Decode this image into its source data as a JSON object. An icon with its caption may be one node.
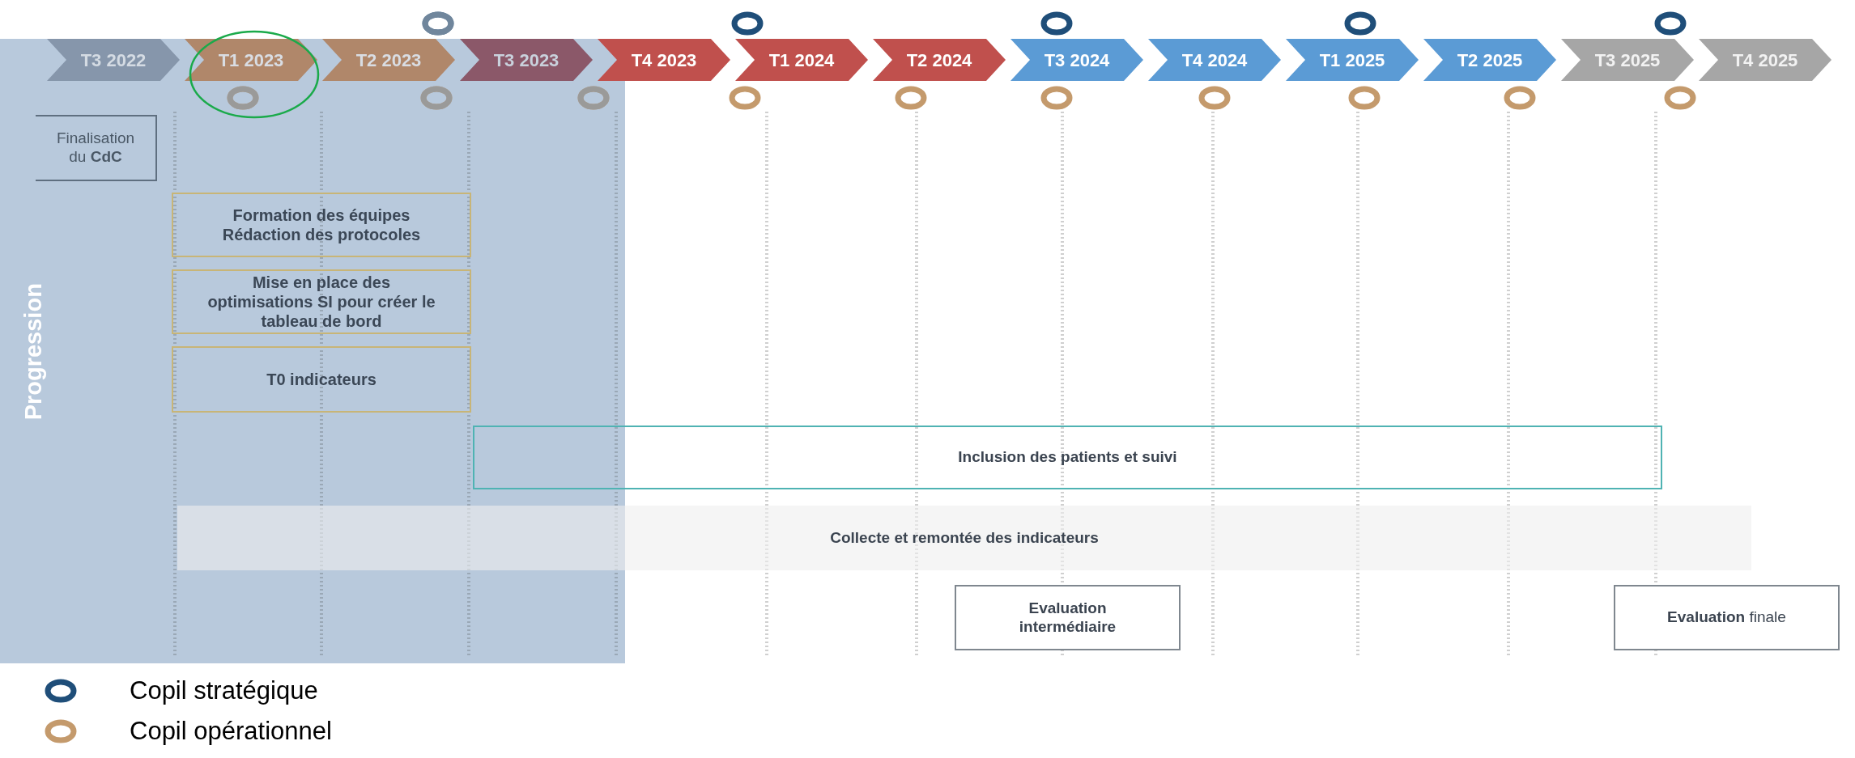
{
  "diagram": {
    "nodes": [
      {
        "text": [
          "T3 2022"
        ]
      },
      {
        "text": [
          "T1 2023"
        ]
      },
      {
        "text": [
          "T2 2023"
        ]
      },
      {
        "text": [
          "T3 2023"
        ]
      },
      {
        "text": [
          "T4 2023"
        ]
      },
      {
        "text": [
          "T1 2024"
        ]
      },
      {
        "text": [
          "T2 2024"
        ]
      },
      {
        "text": [
          "T3 2024"
        ]
      },
      {
        "text": [
          "T4 2024"
        ]
      },
      {
        "text": [
          "T1 2025"
        ]
      },
      {
        "text": [
          "T2 2025"
        ]
      },
      {
        "text": [
          "T3 2025"
        ]
      },
      {
        "text": [
          "T4 2025"
        ]
      },
      {
        "text": [
          "Finalisation du **CdC**"
        ]
      },
      {
        "text": [
          "Formation des équipes",
          "Rédaction des protocoles"
        ]
      },
      {
        "text": [
          "Mise en place des optimisations SI pour créer le tableau de bord"
        ]
      },
      {
        "text": [
          "T0 indicateurs"
        ]
      },
      {
        "text": [
          "Inclusion des patients et suivi"
        ]
      },
      {
        "text": [
          "Collecte et remontée des indicateurs"
        ]
      },
      {
        "text": [
          "Evaluation intermédiaire"
        ]
      },
      {
        "text": [
          "**Evaluation** finale"
        ]
      }
    ],
    "labels": [
      "Progression"
    ],
    "legend": [
      {
        "text": "Copil stratégique",
        "color": "#1f4e79"
      },
      {
        "text": "Copil opérationnel",
        "color": "#c49a6c"
      }
    ]
  }
}
